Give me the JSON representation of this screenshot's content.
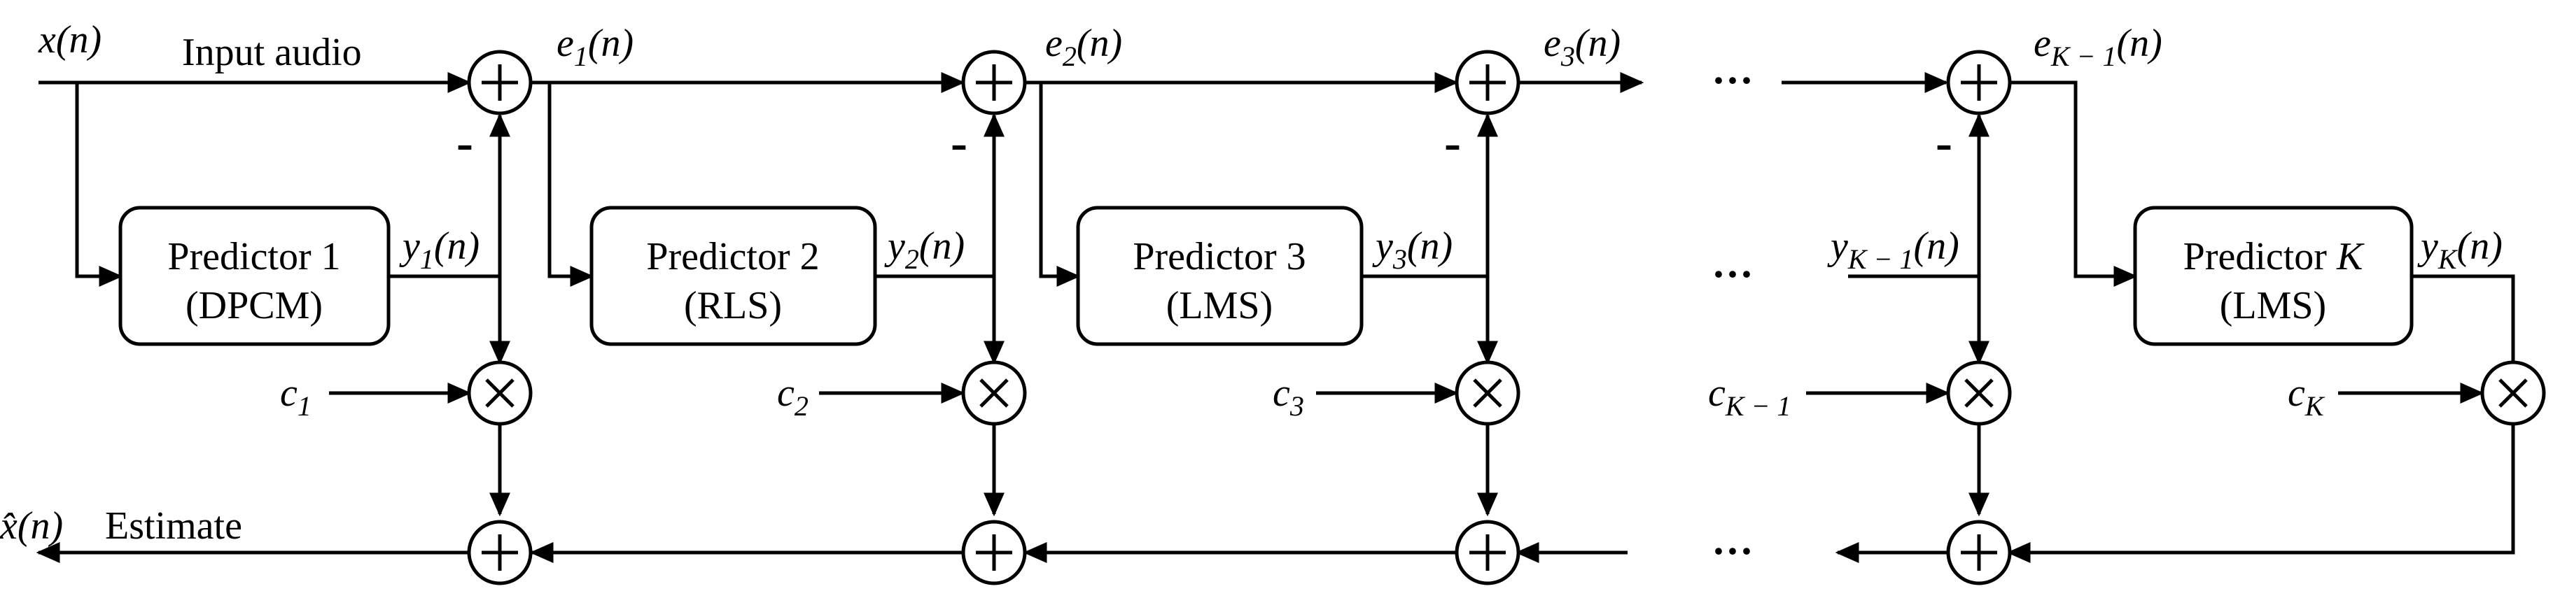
{
  "labels": {
    "input_signal": "x(n)",
    "input_audio": "Input audio",
    "estimate_signal": "x̂(n)",
    "estimate": "Estimate",
    "minus": "-",
    "ellipsis": "···"
  },
  "errors": [
    {
      "base": "e",
      "sub": "1",
      "arg": "(n)"
    },
    {
      "base": "e",
      "sub": "2",
      "arg": "(n)"
    },
    {
      "base": "e",
      "sub": "3",
      "arg": "(n)"
    },
    {
      "base": "e",
      "sub": "K − 1",
      "arg": "(n)"
    }
  ],
  "outputs": [
    {
      "base": "y",
      "sub": "1",
      "arg": "(n)"
    },
    {
      "base": "y",
      "sub": "2",
      "arg": "(n)"
    },
    {
      "base": "y",
      "sub": "3",
      "arg": "(n)"
    },
    {
      "base": "y",
      "sub": "K − 1",
      "arg": "(n)"
    },
    {
      "base": "y",
      "sub": "K",
      "arg": "(n)"
    }
  ],
  "coefficients": [
    {
      "base": "c",
      "sub": "1"
    },
    {
      "base": "c",
      "sub": "2"
    },
    {
      "base": "c",
      "sub": "3"
    },
    {
      "base": "c",
      "sub": "K − 1"
    },
    {
      "base": "c",
      "sub": "K"
    }
  ],
  "predictors": [
    {
      "name": "Predictor 1",
      "type": "(DPCM)"
    },
    {
      "name": "Predictor 2",
      "type": "(RLS)"
    },
    {
      "name": "Predictor 3",
      "type": "(LMS)"
    },
    {
      "name": "Predictor ",
      "name_var": "K",
      "type": "(LMS)"
    }
  ]
}
